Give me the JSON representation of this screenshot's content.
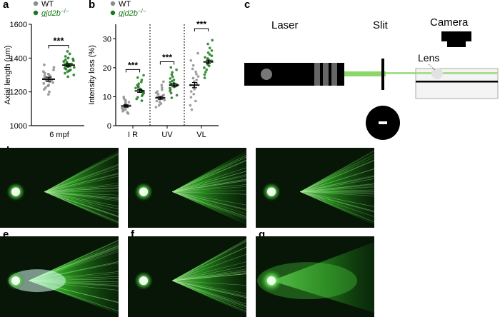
{
  "panel_labels": [
    "a",
    "b",
    "c",
    "d",
    "e",
    "f",
    "g"
  ],
  "legend": {
    "wt": "WT",
    "mut_base": "gjd2b",
    "mut_sup": "−/−"
  },
  "colors": {
    "wt": "#8c8c8c",
    "mut": "#1a7a1a",
    "laser_beam": "#8cd66a",
    "photo_green": "#3bd62b"
  },
  "chart_data": [
    {
      "type": "scatter",
      "panel": "a",
      "ylabel": "Axial length (μm)",
      "xlabel": "6 mpf",
      "ylim": [
        1000,
        1600
      ],
      "yticks": [
        1000,
        1200,
        1400,
        1600
      ],
      "significance": "***",
      "series": [
        {
          "name": "WT",
          "mean": 1275,
          "sem": 12,
          "values": [
            1185,
            1200,
            1215,
            1225,
            1235,
            1240,
            1250,
            1255,
            1260,
            1265,
            1270,
            1272,
            1275,
            1278,
            1280,
            1285,
            1290,
            1295,
            1300,
            1305,
            1310,
            1320,
            1330,
            1345,
            1360
          ]
        },
        {
          "name": "gjd2b−/−",
          "mean": 1358,
          "sem": 10,
          "values": [
            1290,
            1300,
            1310,
            1320,
            1325,
            1330,
            1335,
            1340,
            1345,
            1350,
            1355,
            1358,
            1360,
            1362,
            1365,
            1370,
            1375,
            1380,
            1385,
            1390,
            1395,
            1400,
            1410,
            1425,
            1440
          ]
        }
      ]
    },
    {
      "type": "scatter",
      "panel": "b",
      "ylabel": "Intensity loss (%)",
      "ylim": [
        0,
        35
      ],
      "yticks": [
        0,
        10,
        20,
        30
      ],
      "categories": [
        "I R",
        "UV",
        "VL"
      ],
      "significance": [
        "***",
        "***",
        "***"
      ],
      "groups": [
        {
          "category": "I R",
          "wt": {
            "mean": 6.8,
            "sem": 0.4,
            "values": [
              4.2,
              4.6,
              5.0,
              5.3,
              5.6,
              5.9,
              6.1,
              6.3,
              6.5,
              6.7,
              6.9,
              7.1,
              7.3,
              7.5,
              7.8,
              8.1,
              8.4,
              8.8,
              9.3,
              9.9
            ]
          },
          "mut": {
            "mean": 12.0,
            "sem": 0.5,
            "values": [
              8.6,
              9.2,
              9.8,
              10.3,
              10.8,
              11.2,
              11.6,
              11.9,
              12.1,
              12.4,
              12.7,
              13.0,
              13.3,
              13.6,
              14.0,
              14.5,
              15.1,
              15.8,
              16.6,
              17.4
            ]
          }
        },
        {
          "category": "UV",
          "wt": {
            "mean": 9.6,
            "sem": 0.5,
            "values": [
              6.4,
              7.0,
              7.6,
              8.1,
              8.5,
              8.8,
              9.1,
              9.4,
              9.6,
              9.8,
              10.0,
              10.3,
              10.6,
              10.9,
              11.3,
              11.8,
              12.4,
              13.1,
              14.0,
              15.2
            ]
          },
          "mut": {
            "mean": 14.0,
            "sem": 0.6,
            "values": [
              9.6,
              10.5,
              11.2,
              11.9,
              12.5,
              13.0,
              13.4,
              13.8,
              14.1,
              14.4,
              14.7,
              15.0,
              15.4,
              15.8,
              16.3,
              16.9,
              17.6,
              18.4,
              19.3,
              20.1
            ]
          }
        },
        {
          "category": "VL",
          "wt": {
            "mean": 14.0,
            "sem": 0.9,
            "values": [
              5.5,
              7.0,
              8.5,
              9.8,
              10.9,
              11.8,
              12.6,
              13.3,
              14.0,
              14.6,
              15.2,
              15.8,
              16.4,
              17.0,
              17.8,
              18.6,
              19.6,
              20.8,
              22.5,
              25.0
            ]
          },
          "mut": {
            "mean": 22.0,
            "sem": 0.6,
            "values": [
              16.5,
              17.6,
              18.5,
              19.3,
              20.0,
              20.6,
              21.1,
              21.6,
              22.0,
              22.4,
              22.8,
              23.2,
              23.6,
              24.1,
              24.6,
              25.2,
              25.9,
              26.8,
              28.2,
              29.5
            ]
          }
        }
      ]
    }
  ],
  "schematic": {
    "laser": "Laser",
    "slit": "Slit",
    "camera": "Camera",
    "lens": "Lens"
  }
}
